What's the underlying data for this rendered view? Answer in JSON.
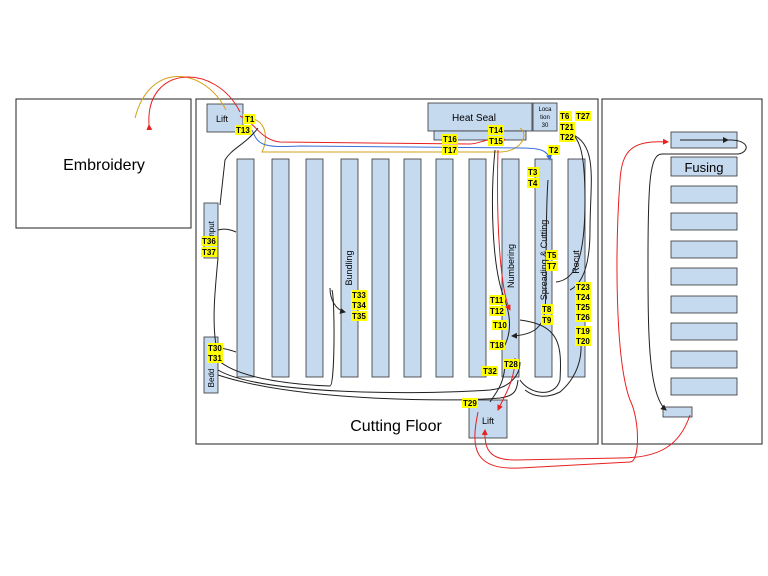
{
  "rooms": {
    "embroidery": "Embroidery",
    "cutting_floor": "Cutting Floor",
    "fusing": "Fusing"
  },
  "stations": {
    "lift_top": "Lift",
    "lift_bottom": "Lift",
    "heat_seal": "Heat Seal",
    "location_line1": "Loca",
    "location_line2": "tion",
    "location_line3": "30",
    "input": "Input",
    "bundling": "Bundling",
    "numbering": "Numbering",
    "spreading_cutting": "Spreading & Cutting",
    "recut": "Recut",
    "bedding": "Bedd"
  },
  "tags": {
    "t1": "T1",
    "t2": "T2",
    "t3": "T3",
    "t4": "T4",
    "t5": "T5",
    "t6": "T6",
    "t7": "T7",
    "t8": "T8",
    "t9": "T9",
    "t10": "T10",
    "t11": "T11",
    "t12": "T12",
    "t13": "T13",
    "t14": "T14",
    "t15": "T15",
    "t16": "T16",
    "t17": "T17",
    "t18": "T18",
    "t19": "T19",
    "t20": "T20",
    "t21": "T21",
    "t22": "T22",
    "t23": "T23",
    "t24": "T24",
    "t25": "T25",
    "t26": "T26",
    "t27": "T27",
    "t28": "T28",
    "t29": "T29",
    "t30": "T30",
    "t31": "T31",
    "t32": "T32",
    "t33": "T33",
    "t34": "T34",
    "t35": "T35",
    "t36": "T36",
    "t37": "T37"
  },
  "colors": {
    "station_fill": "#c5d9ef",
    "tag_fill": "#ffff00",
    "path_red": "#e82020",
    "path_orange": "#d4a017",
    "path_blue": "#3a6fd8",
    "path_black": "#202020"
  }
}
